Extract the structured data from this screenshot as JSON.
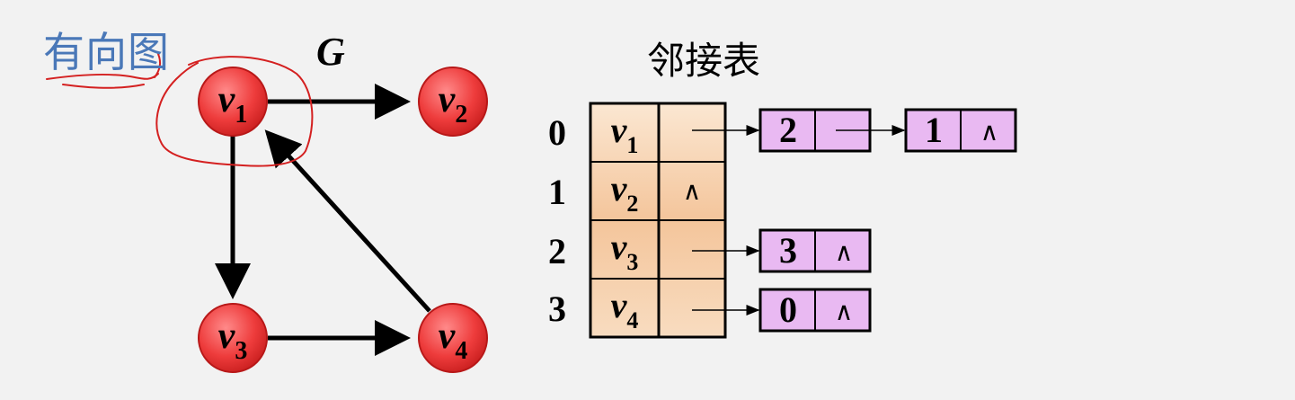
{
  "annotation": {
    "text": "有向图"
  },
  "graph": {
    "title": "G",
    "vertices": [
      {
        "id": "v1",
        "name": "v",
        "sub": "1"
      },
      {
        "id": "v2",
        "name": "v",
        "sub": "2"
      },
      {
        "id": "v3",
        "name": "v",
        "sub": "3"
      },
      {
        "id": "v4",
        "name": "v",
        "sub": "4"
      }
    ],
    "edges": [
      {
        "from": "v1",
        "to": "v2"
      },
      {
        "from": "v1",
        "to": "v3"
      },
      {
        "from": "v3",
        "to": "v4"
      },
      {
        "from": "v4",
        "to": "v1"
      }
    ]
  },
  "adjacency_list": {
    "title": "邻接表",
    "null_symbol": "∧",
    "rows": [
      {
        "index": "0",
        "vertex": "v",
        "sub": "1",
        "list": [
          "2",
          "1"
        ]
      },
      {
        "index": "1",
        "vertex": "v",
        "sub": "2",
        "list": []
      },
      {
        "index": "2",
        "vertex": "v",
        "sub": "3",
        "list": [
          "3"
        ]
      },
      {
        "index": "3",
        "vertex": "v",
        "sub": "4",
        "list": [
          "0"
        ]
      }
    ]
  },
  "colors": {
    "node_fill": "#e84848",
    "node_stroke": "#c81e1e",
    "table_fill": "#f5c9a0",
    "list_node_fill": "#e8b8f0",
    "annotation_ink": "#d42020"
  }
}
